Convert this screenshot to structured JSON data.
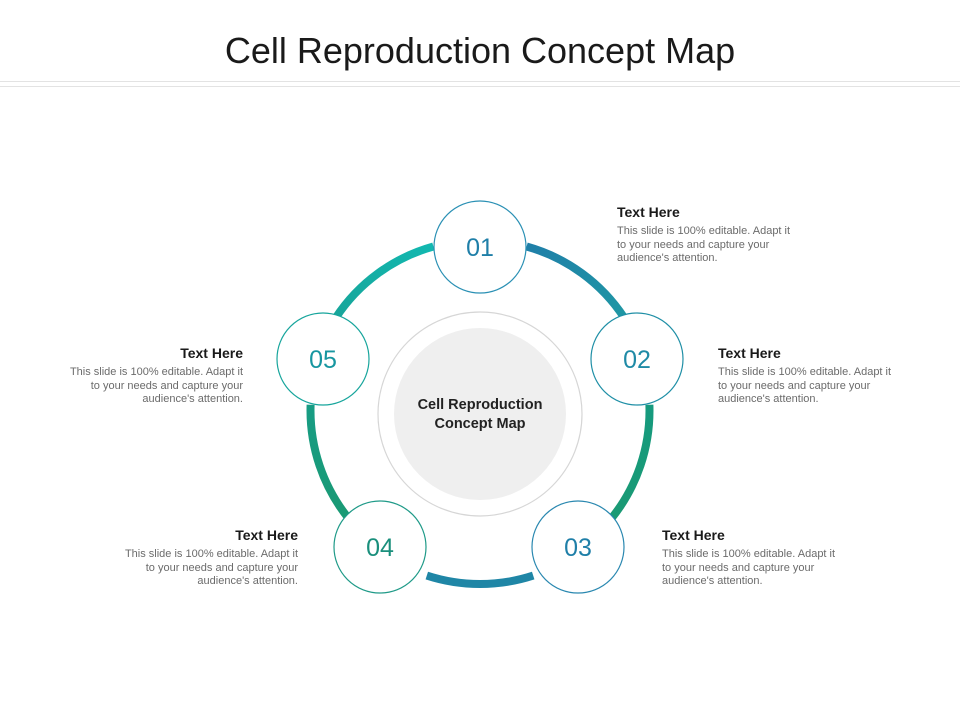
{
  "page": {
    "title": "Cell Reproduction Concept Map"
  },
  "center": {
    "line1": "Cell Reproduction",
    "line2": "Concept Map"
  },
  "colors": {
    "teal": "#13b1a8",
    "green": "#1b9a78",
    "blue": "#1f87a6",
    "center_fill": "#efefef",
    "node_border": "#2a8fb0"
  },
  "nodes": [
    {
      "number": "01",
      "heading": "Text Here",
      "body": "This slide is 100% editable. Adapt it to your needs and capture your audience's attention."
    },
    {
      "number": "02",
      "heading": "Text Here",
      "body": "This slide is 100% editable. Adapt it to your needs and capture your audience's attention."
    },
    {
      "number": "03",
      "heading": "Text Here",
      "body": "This slide is 100% editable. Adapt it to your needs and capture your audience's attention."
    },
    {
      "number": "04",
      "heading": "Text Here",
      "body": "This slide is 100% editable. Adapt it to your needs and capture your audience's attention."
    },
    {
      "number": "05",
      "heading": "Text Here",
      "body": "This slide is 100% editable. Adapt it to your needs and capture your audience's attention."
    }
  ]
}
